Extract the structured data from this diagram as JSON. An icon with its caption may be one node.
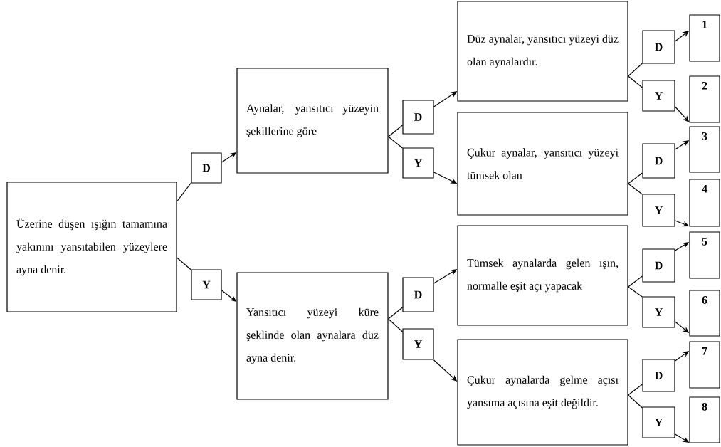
{
  "diagram": {
    "nodes": [
      {
        "text": [
          "Üzerine düşen ışığın tamamına yakınını yansıtabilen yüzeylere ayna denir."
        ]
      },
      {
        "text": [
          "D"
        ]
      },
      {
        "text": [
          "Y"
        ]
      },
      {
        "text": [
          "Aynalar, yansıtıcı yüzeyin şekillerine göre"
        ]
      },
      {
        "text": [
          "Yansıtıcı yüzeyi küre şeklinde olan aynalara düz ayna denir."
        ]
      },
      {
        "text": [
          "D"
        ]
      },
      {
        "text": [
          "Y"
        ]
      },
      {
        "text": [
          "D"
        ]
      },
      {
        "text": [
          "Y"
        ]
      },
      {
        "text": [
          "Düz aynalar, yansıtıcı yüzeyi düz olan aynalardır."
        ]
      },
      {
        "text": [
          "Çukur aynalar, yansıtıcı yüzeyi tümsek olan"
        ]
      },
      {
        "text": [
          "Tümsek aynalarda gelen ışın, normalle eşit açı yapacak"
        ]
      },
      {
        "text": [
          "Çukur aynalarda gelme açısı yansıma açısına eşit değildir."
        ]
      },
      {
        "text": [
          "D"
        ]
      },
      {
        "text": [
          "Y"
        ]
      },
      {
        "text": [
          "D"
        ]
      },
      {
        "text": [
          "Y"
        ]
      },
      {
        "text": [
          "D"
        ]
      },
      {
        "text": [
          "Y"
        ]
      },
      {
        "text": [
          "D"
        ]
      },
      {
        "text": [
          "Y"
        ]
      },
      {
        "text": [
          "1"
        ]
      },
      {
        "text": [
          "2"
        ]
      },
      {
        "text": [
          "3"
        ]
      },
      {
        "text": [
          "4"
        ]
      },
      {
        "text": [
          "5"
        ]
      },
      {
        "text": [
          "6"
        ]
      },
      {
        "text": [
          "7"
        ]
      },
      {
        "text": [
          "8"
        ]
      }
    ],
    "edges": [
      {
        "from": 0,
        "to": 1,
        "arrow": "none"
      },
      {
        "from": 0,
        "to": 2,
        "arrow": "none"
      },
      {
        "from": 1,
        "to": 3,
        "arrow": "to"
      },
      {
        "from": 2,
        "to": 4,
        "arrow": "to"
      },
      {
        "from": 3,
        "to": 5,
        "arrow": "none"
      },
      {
        "from": 3,
        "to": 6,
        "arrow": "none"
      },
      {
        "from": 4,
        "to": 7,
        "arrow": "none"
      },
      {
        "from": 4,
        "to": 8,
        "arrow": "none"
      },
      {
        "from": 5,
        "to": 9,
        "arrow": "to"
      },
      {
        "from": 6,
        "to": 10,
        "arrow": "to"
      },
      {
        "from": 7,
        "to": 11,
        "arrow": "to"
      },
      {
        "from": 8,
        "to": 12,
        "arrow": "to"
      },
      {
        "from": 9,
        "to": 13,
        "arrow": "none"
      },
      {
        "from": 9,
        "to": 14,
        "arrow": "none"
      },
      {
        "from": 10,
        "to": 15,
        "arrow": "none"
      },
      {
        "from": 10,
        "to": 16,
        "arrow": "none"
      },
      {
        "from": 11,
        "to": 17,
        "arrow": "none"
      },
      {
        "from": 11,
        "to": 18,
        "arrow": "none"
      },
      {
        "from": 12,
        "to": 19,
        "arrow": "none"
      },
      {
        "from": 12,
        "to": 20,
        "arrow": "none"
      },
      {
        "from": 13,
        "to": 21,
        "arrow": "to"
      },
      {
        "from": 14,
        "to": 22,
        "arrow": "to"
      },
      {
        "from": 15,
        "to": 23,
        "arrow": "to"
      },
      {
        "from": 16,
        "to": 24,
        "arrow": "to"
      },
      {
        "from": 17,
        "to": 25,
        "arrow": "to"
      },
      {
        "from": 18,
        "to": 26,
        "arrow": "to"
      },
      {
        "from": 19,
        "to": 27,
        "arrow": "to"
      },
      {
        "from": 20,
        "to": 28,
        "arrow": "to"
      }
    ]
  }
}
